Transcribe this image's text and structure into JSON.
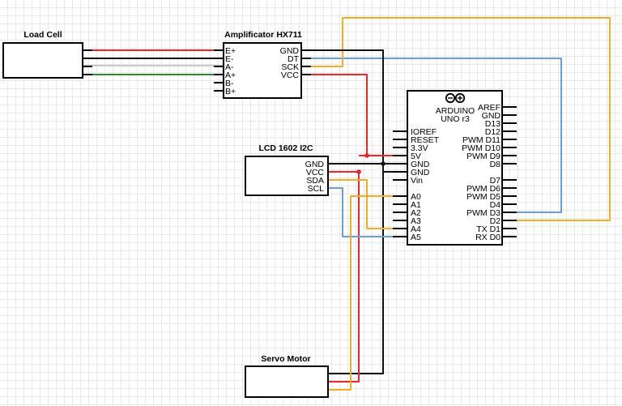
{
  "colors": {
    "red": "#e8262b",
    "black": "#111111",
    "orange": "#f0ad28",
    "blue": "#6a9ed6",
    "green": "#2e8b2e"
  },
  "components": {
    "load_cell": {
      "title": "Load Cell"
    },
    "hx711": {
      "title": "Amplificator HX711",
      "left_pins": [
        "E+",
        "E-",
        "A-",
        "A+",
        "B-",
        "B+"
      ],
      "right_pins": [
        "GND",
        "DT",
        "SCK",
        "VCC"
      ]
    },
    "lcd": {
      "title": "LCD 1602 I2C",
      "pins": [
        "GND",
        "VCC",
        "SDA",
        "SCL"
      ]
    },
    "arduino": {
      "logo_icon": "arduino-infinity-icon",
      "brand": "ARDUINO",
      "model": "UNO r3",
      "left_pins": [
        "IOREF",
        "RESET",
        "3.3V",
        "5V",
        "GND",
        "GND",
        "Vin",
        "A0",
        "A1",
        "A2",
        "A3",
        "A4",
        "A5"
      ],
      "right_pins": [
        "AREF",
        "GND",
        "D13",
        "D12",
        "PWM D11",
        "PWM D10",
        "PWM D9",
        "D8",
        "D7",
        "PWM D6",
        "PWM D5",
        "D4",
        "PWM D3",
        "D2",
        "TX D1",
        "RX D0"
      ]
    },
    "servo": {
      "title": "Servo Motor"
    }
  }
}
